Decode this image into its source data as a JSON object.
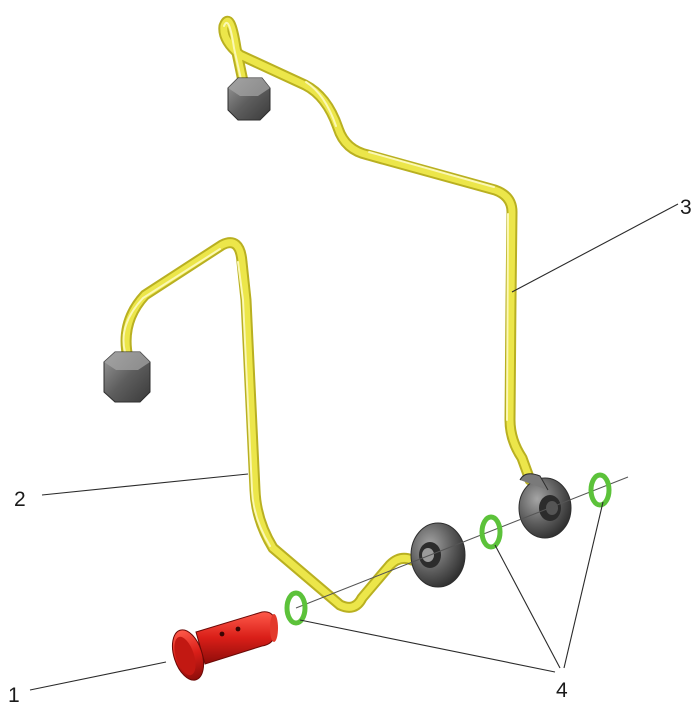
{
  "callouts": {
    "c1": "1",
    "c2": "2",
    "c3": "3",
    "c4": "4"
  },
  "parts": [
    {
      "callout": "1",
      "name": "banjo-bolt",
      "color": "#d91e18"
    },
    {
      "callout": "2",
      "name": "fuel-line",
      "color": "#ece64a"
    },
    {
      "callout": "3",
      "name": "fuel-line",
      "color": "#ece64a"
    },
    {
      "callout": "4",
      "name": "seal-ring",
      "color": "#5cc23a"
    }
  ],
  "colors": {
    "tube": "#ece64a",
    "tube_shadow": "#b9b021",
    "fitting": "#6d6d6d",
    "bolt": "#d91e18",
    "seal": "#5cc23a",
    "leader": "#2a2a2a"
  }
}
